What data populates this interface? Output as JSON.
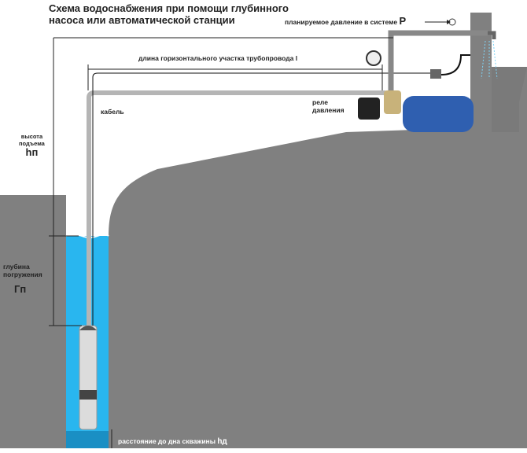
{
  "title_line1": "Схема водоснабжения при помощи глубинного",
  "title_line2": "насоса или автоматической станции",
  "pressure_label": "планируемое давление в системе",
  "pressure_symbol": "P",
  "pipe_length_label": "длина горизонтального участка трубопровода",
  "pipe_length_symbol": "l",
  "cable_label": "кабель",
  "relay_line1": "реле",
  "relay_line2": "давления",
  "lift_line1": "высота",
  "lift_line2": "подъема",
  "lift_symbol": "hп",
  "depth_line1": "глубина",
  "depth_line2": "погружения",
  "depth_symbol": "Гп",
  "bottom_label": "расстояние до дна скважины",
  "bottom_symbol": "hд",
  "colors": {
    "ground": "#808080",
    "water": "#29b6ef",
    "tank": "#2f5fb0",
    "pipe": "#b5b5b5"
  }
}
